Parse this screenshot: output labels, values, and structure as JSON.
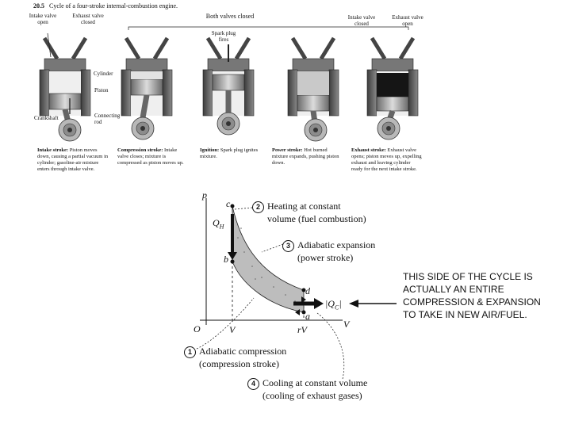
{
  "figure_title": {
    "number": "20.5",
    "text": "Cycle of a four-stroke internal-combustion engine."
  },
  "top_labels": {
    "intake_open": "Intake valve open",
    "exhaust_closed": "Exhaust valve closed",
    "both_closed": "Both valves closed",
    "spark_plug_fires": "Spark plug fires",
    "intake_closed": "Intake valve closed",
    "exhaust_open": "Exhaust valve open",
    "cylinder": "Cylinder",
    "piston": "Piston",
    "crankshaft": "Crankshaft",
    "connecting_rod": "Connecting rod"
  },
  "stroke_captions": [
    {
      "title": "Intake stroke:",
      "text": "Piston moves down, causing a partial vacuum in cylinder; gasoline-air mixture enters through intake valve."
    },
    {
      "title": "Compression stroke:",
      "text": "Intake valve closes; mixture is compressed as piston moves up."
    },
    {
      "title": "Ignition:",
      "text": "Spark plug ignites mixture."
    },
    {
      "title": "Power stroke:",
      "text": "Hot burned mixture expands, pushing piston down."
    },
    {
      "title": "Exhaust stroke:",
      "text": "Exhaust valve opens; piston moves up, expelling exhaust and leaving cylinder ready for the next intake stroke."
    }
  ],
  "pv_diagram": {
    "axis_p": "p",
    "axis_v": "V",
    "origin": "O",
    "tick_v": "V",
    "tick_rv": "rV",
    "point_a": "a",
    "point_b": "b",
    "point_c": "c",
    "point_d": "d",
    "qh": "Q",
    "qh_sub": "H",
    "qc": "|Q",
    "qc_sub": "C",
    "qc_end": "|",
    "annotations": [
      {
        "num": "2",
        "line1": "Heating at constant",
        "line2": "volume (fuel combustion)"
      },
      {
        "num": "3",
        "line1": "Adiabatic expansion",
        "line2": "(power stroke)"
      },
      {
        "num": "1",
        "line1": "Adiabatic compression",
        "line2": "(compression stroke)"
      },
      {
        "num": "4",
        "line1": "Cooling at constant volume",
        "line2": "(cooling of exhaust gases)"
      }
    ]
  },
  "side_note": "THIS SIDE OF THE CYCLE IS ACTUALLY AN ENTIRE COMPRESSION & EXPANSION TO TAKE IN NEW AIR/FUEL.",
  "colors": {
    "ink": "#111111",
    "metal_dark": "#555555",
    "metal_mid": "#999999",
    "metal_light": "#d9d9d9",
    "shade": "#bdbdbd"
  }
}
